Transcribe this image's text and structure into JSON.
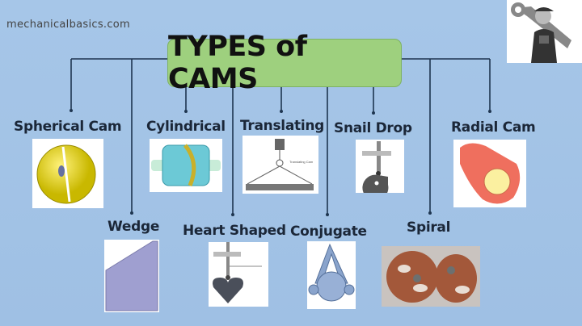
{
  "watermark": "mechanicalbasics.com",
  "title": "TYPES of CAMS",
  "colors": {
    "background": "#a3c4e6",
    "title_box": "#9ed07e",
    "line": "#1e3550",
    "label": "#1b2738"
  },
  "cams": [
    {
      "label": "Spherical Cam",
      "icon": "spherical-cam-image"
    },
    {
      "label": "Cylindrical",
      "icon": "cylindrical-cam-image"
    },
    {
      "label": "Translating",
      "icon": "translating-cam-image"
    },
    {
      "label": "Snail Drop",
      "icon": "snail-drop-cam-image"
    },
    {
      "label": "Radial Cam",
      "icon": "radial-cam-image"
    },
    {
      "label": "Wedge",
      "icon": "wedge-cam-image"
    },
    {
      "label": "Heart Shaped",
      "icon": "heart-shaped-cam-image"
    },
    {
      "label": "Conjugate",
      "icon": "conjugate-cam-image"
    },
    {
      "label": "Spiral",
      "icon": "spiral-cam-image"
    }
  ]
}
